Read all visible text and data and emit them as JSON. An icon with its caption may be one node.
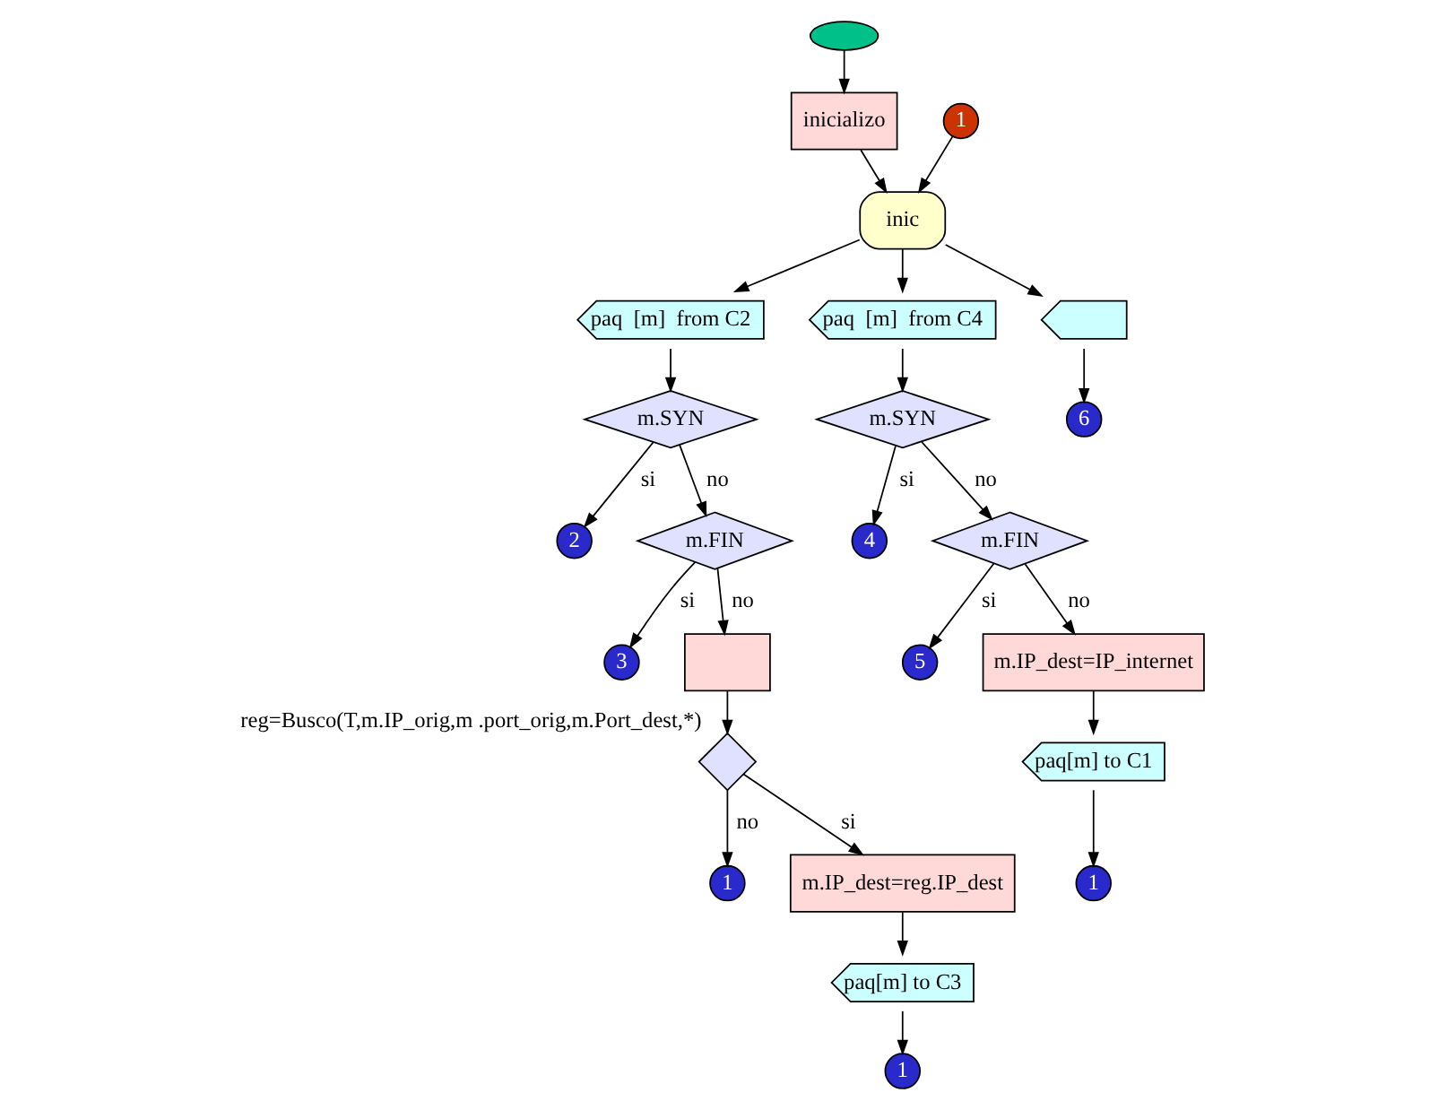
{
  "diagram": {
    "nodes": [
      {
        "text": [],
        "shape": "ellipse"
      },
      {
        "text": [
          "inicializo"
        ]
      },
      {
        "text": [
          "1"
        ]
      },
      {
        "text": [
          "inic"
        ]
      },
      {
        "text": [
          "paq  [m]  from C2"
        ]
      },
      {
        "text": [
          "paq  [m]  from C4"
        ]
      },
      {
        "text": [],
        "shape": "flag"
      },
      {
        "text": [
          "m.SYN"
        ]
      },
      {
        "text": [
          "2"
        ]
      },
      {
        "text": [
          "m.FIN"
        ]
      },
      {
        "text": [
          "3"
        ]
      },
      {
        "text": [],
        "shape": "box"
      },
      {
        "text": [
          "reg=Busco(T,m.IP_orig,m .port_orig,m.Port_dest,*)"
        ]
      },
      {
        "text": [
          "1"
        ]
      },
      {
        "text": [
          "m.IP_dest=reg.IP_dest"
        ]
      },
      {
        "text": [
          "paq[m] to C3"
        ]
      },
      {
        "text": [
          "1"
        ]
      },
      {
        "text": [
          "m.SYN"
        ]
      },
      {
        "text": [
          "4"
        ]
      },
      {
        "text": [
          "m.FIN"
        ]
      },
      {
        "text": [
          "5"
        ]
      },
      {
        "text": [
          "m.IP_dest=IP_internet"
        ]
      },
      {
        "text": [
          "paq[m] to C1"
        ]
      },
      {
        "text": [
          "1"
        ]
      },
      {
        "text": [
          "6"
        ]
      }
    ],
    "edges": [
      {
        "from": 0,
        "to": 1,
        "arrow": "to"
      },
      {
        "from": 1,
        "to": 3,
        "arrow": "to"
      },
      {
        "from": 2,
        "to": 3,
        "arrow": "to"
      },
      {
        "from": 3,
        "to": 4,
        "arrow": "to"
      },
      {
        "from": 3,
        "to": 5,
        "arrow": "to"
      },
      {
        "from": 3,
        "to": 6,
        "arrow": "to"
      },
      {
        "from": 4,
        "to": 7,
        "arrow": "to"
      },
      {
        "from": 7,
        "to": 8,
        "arrow": "to",
        "label": "si"
      },
      {
        "from": 7,
        "to": 9,
        "arrow": "to",
        "label": "no"
      },
      {
        "from": 9,
        "to": 10,
        "arrow": "to",
        "label": "si"
      },
      {
        "from": 9,
        "to": 11,
        "arrow": "to",
        "label": "no"
      },
      {
        "from": 11,
        "to": 12,
        "arrow": "to"
      },
      {
        "from": 12,
        "to": 13,
        "arrow": "to",
        "label": "no"
      },
      {
        "from": 12,
        "to": 14,
        "arrow": "to",
        "label": "si"
      },
      {
        "from": 14,
        "to": 15,
        "arrow": "to"
      },
      {
        "from": 15,
        "to": 16,
        "arrow": "to"
      },
      {
        "from": 5,
        "to": 17,
        "arrow": "to"
      },
      {
        "from": 17,
        "to": 18,
        "arrow": "to",
        "label": "si"
      },
      {
        "from": 17,
        "to": 19,
        "arrow": "to",
        "label": "no"
      },
      {
        "from": 19,
        "to": 20,
        "arrow": "to",
        "label": "si"
      },
      {
        "from": 19,
        "to": 21,
        "arrow": "to",
        "label": "no"
      },
      {
        "from": 21,
        "to": 22,
        "arrow": "to"
      },
      {
        "from": 22,
        "to": 23,
        "arrow": "to"
      },
      {
        "from": 6,
        "to": 24,
        "arrow": "to"
      }
    ]
  }
}
